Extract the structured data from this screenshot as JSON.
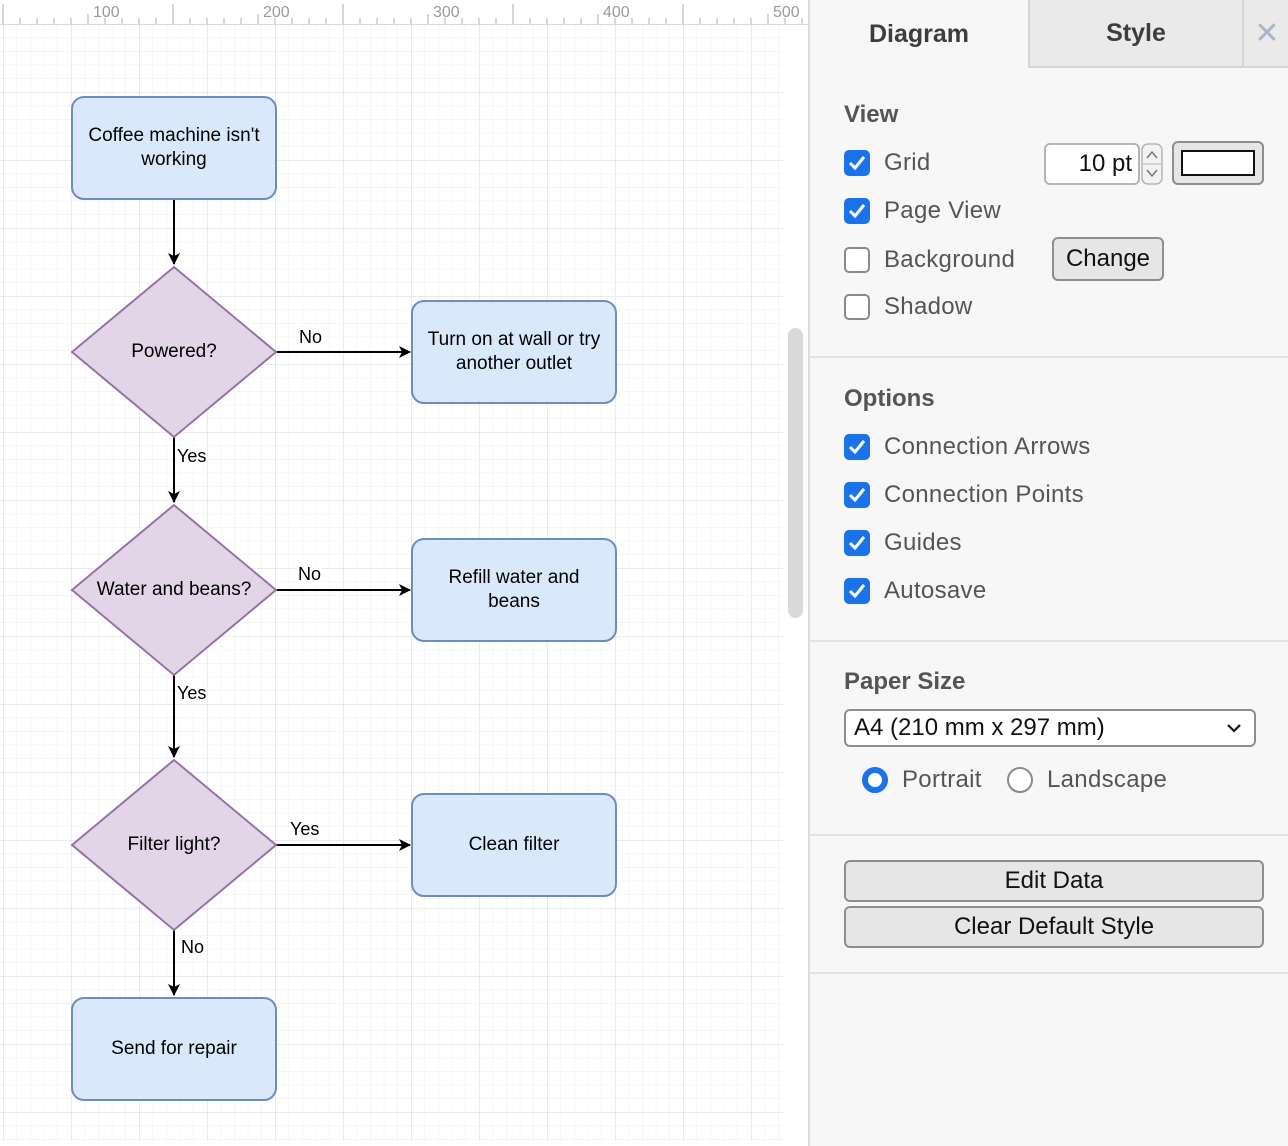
{
  "ruler": {
    "labels": [
      "100",
      "200",
      "300",
      "400",
      "500"
    ]
  },
  "diagram": {
    "nodes": {
      "start": "Coffee machine isn't working",
      "powered": "Powered?",
      "turn_on": "Turn on at wall or try another outlet",
      "water_beans": "Water and beans?",
      "refill": "Refill water and beans",
      "filter_light": "Filter light?",
      "clean_filter": "Clean filter",
      "repair": "Send for repair"
    },
    "edges": {
      "powered_no": "No",
      "powered_yes": "Yes",
      "water_no": "No",
      "water_yes": "Yes",
      "filter_yes": "Yes",
      "filter_no": "No"
    },
    "colors": {
      "process_fill": "#dae8fc",
      "process_stroke": "#6c8ebf",
      "decision_fill": "#e1d5e7",
      "decision_stroke": "#9673a6"
    }
  },
  "panel": {
    "tabs": {
      "diagram": "Diagram",
      "style": "Style",
      "close": "✕"
    },
    "view": {
      "title": "View",
      "grid": {
        "label": "Grid",
        "checked": true,
        "size": "10 pt"
      },
      "page_view": {
        "label": "Page View",
        "checked": true
      },
      "background": {
        "label": "Background",
        "checked": false,
        "button": "Change"
      },
      "shadow": {
        "label": "Shadow",
        "checked": false
      }
    },
    "options": {
      "title": "Options",
      "connection_arrows": {
        "label": "Connection Arrows",
        "checked": true
      },
      "connection_points": {
        "label": "Connection Points",
        "checked": true
      },
      "guides": {
        "label": "Guides",
        "checked": true
      },
      "autosave": {
        "label": "Autosave",
        "checked": true
      }
    },
    "paper": {
      "title": "Paper Size",
      "selected": "A4 (210 mm x 297 mm)",
      "portrait": "Portrait",
      "landscape": "Landscape",
      "orientation": "portrait"
    },
    "buttons": {
      "edit_data": "Edit Data",
      "clear_style": "Clear Default Style"
    },
    "accent_color": "#1a73e8"
  }
}
